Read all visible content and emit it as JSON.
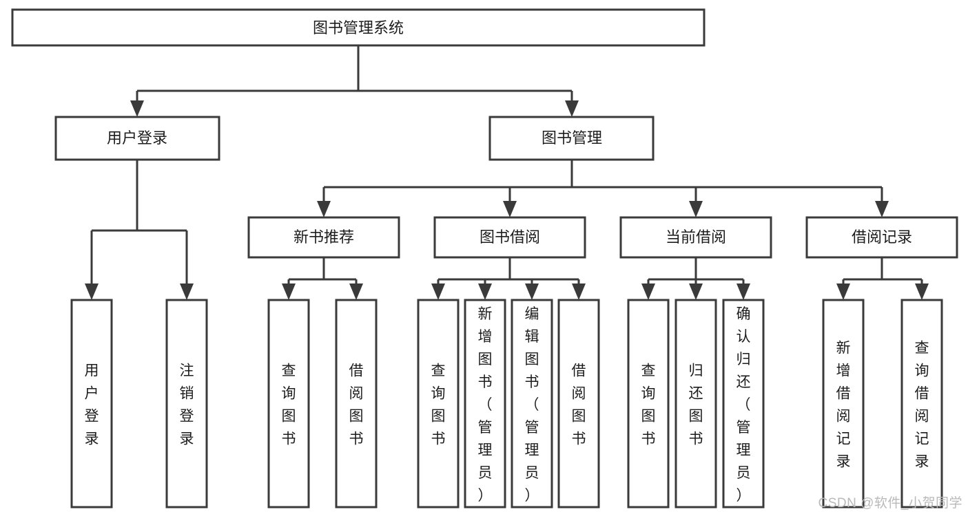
{
  "diagram": {
    "title": "图书管理系统",
    "type": "tree-hierarchy-diagram",
    "watermark": "CSDN @软件_小贺同学",
    "colors": {
      "box_stroke": "#3a3a3a",
      "box_fill": "#ffffff",
      "text": "#1c1c1c",
      "background": "#ffffff",
      "watermark": "#b9b9b9"
    },
    "root": {
      "label": "图书管理系统"
    },
    "level2": [
      {
        "label": "用户登录"
      },
      {
        "label": "图书管理"
      }
    ],
    "level3": [
      {
        "label": "新书推荐"
      },
      {
        "label": "图书借阅"
      },
      {
        "label": "当前借阅"
      },
      {
        "label": "借阅记录"
      }
    ],
    "leaves": {
      "user_login": [
        {
          "label": "用户登录"
        },
        {
          "label": "注销登录"
        }
      ],
      "new_book_recommend": [
        {
          "label": "查询图书"
        },
        {
          "label": "借阅图书"
        }
      ],
      "book_borrow": [
        {
          "label": "查询图书"
        },
        {
          "label": "新增图书（管理员）"
        },
        {
          "label": "编辑图书（管理员）"
        },
        {
          "label": "借阅图书"
        }
      ],
      "current_borrow": [
        {
          "label": "查询图书"
        },
        {
          "label": "归还图书"
        },
        {
          "label": "确认归还（管理员）"
        }
      ],
      "borrow_record": [
        {
          "label": "新增借阅记录"
        },
        {
          "label": "查询借阅记录"
        }
      ]
    }
  }
}
